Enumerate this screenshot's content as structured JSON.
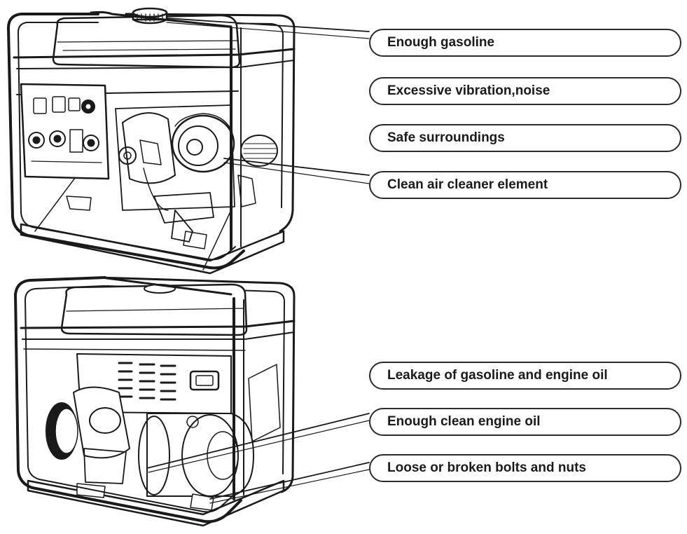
{
  "callouts": [
    {
      "id": "enough-gasoline",
      "text": "Enough gasoline"
    },
    {
      "id": "excessive-vibration-noise",
      "text": "Excessive vibration,noise"
    },
    {
      "id": "safe-surroundings",
      "text": "Safe surroundings"
    },
    {
      "id": "clean-air-cleaner-element",
      "text": "Clean air cleaner element"
    },
    {
      "id": "leakage-gasoline-oil",
      "text": "Leakage of gasoline and engine oil"
    },
    {
      "id": "enough-clean-engine-oil",
      "text": "Enough clean engine oil"
    },
    {
      "id": "loose-broken-bolts-nuts",
      "text": "Loose or broken bolts and nuts"
    }
  ]
}
